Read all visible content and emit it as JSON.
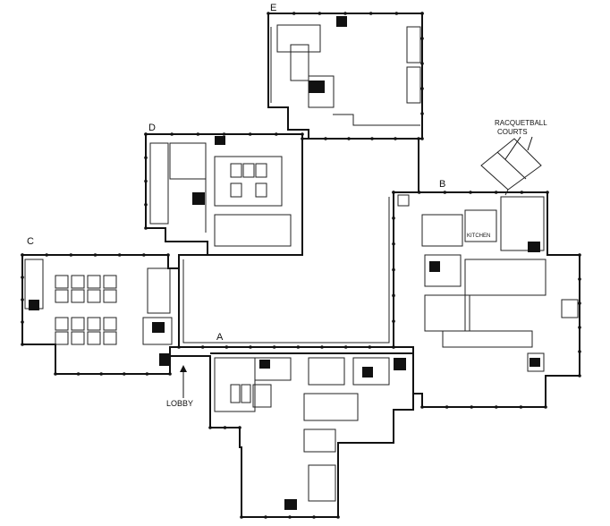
{
  "labels": {
    "wing_a": "A",
    "wing_b": "B",
    "wing_c": "C",
    "wing_d": "D",
    "wing_e": "E",
    "lobby": "LOBBY",
    "racquetball_line1": "RACQUETBALL",
    "racquetball_line2": "COURTS",
    "kitchen": "KITCHEN"
  },
  "colors": {
    "ink": "#111111",
    "paper": "#ffffff"
  }
}
